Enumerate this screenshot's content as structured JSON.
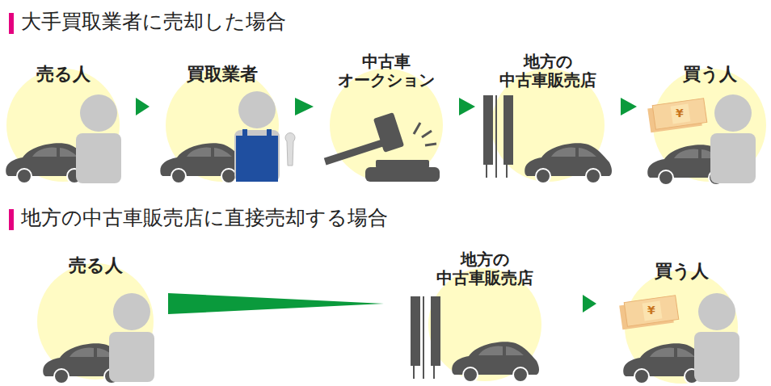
{
  "diagram": {
    "nodes": [
      {
        "text": [
          "売る人"
        ]
      },
      {
        "text": [
          "買取業者"
        ]
      },
      {
        "text": [
          "中古車 オークション"
        ]
      },
      {
        "text": [
          "地方の 中古車販売店"
        ]
      },
      {
        "text": [
          "買う人"
        ]
      },
      {
        "text": [
          "売る人"
        ]
      },
      {
        "text": [
          "地方の 中古車販売店"
        ]
      },
      {
        "text": [
          "買う人"
        ]
      }
    ],
    "edges": [
      {
        "from": 0,
        "to": 1,
        "arrow": "to"
      },
      {
        "from": 1,
        "to": 2,
        "arrow": "to"
      },
      {
        "from": 2,
        "to": 3,
        "arrow": "to"
      },
      {
        "from": 3,
        "to": 4,
        "arrow": "to"
      },
      {
        "from": 5,
        "to": 6,
        "arrow": "to"
      },
      {
        "from": 6,
        "to": 7,
        "arrow": "to"
      }
    ],
    "labels": [
      "大手買取業者に売却した場合",
      "地方の中古車販売店に直接売却する場合",
      "¥",
      "¥"
    ]
  }
}
